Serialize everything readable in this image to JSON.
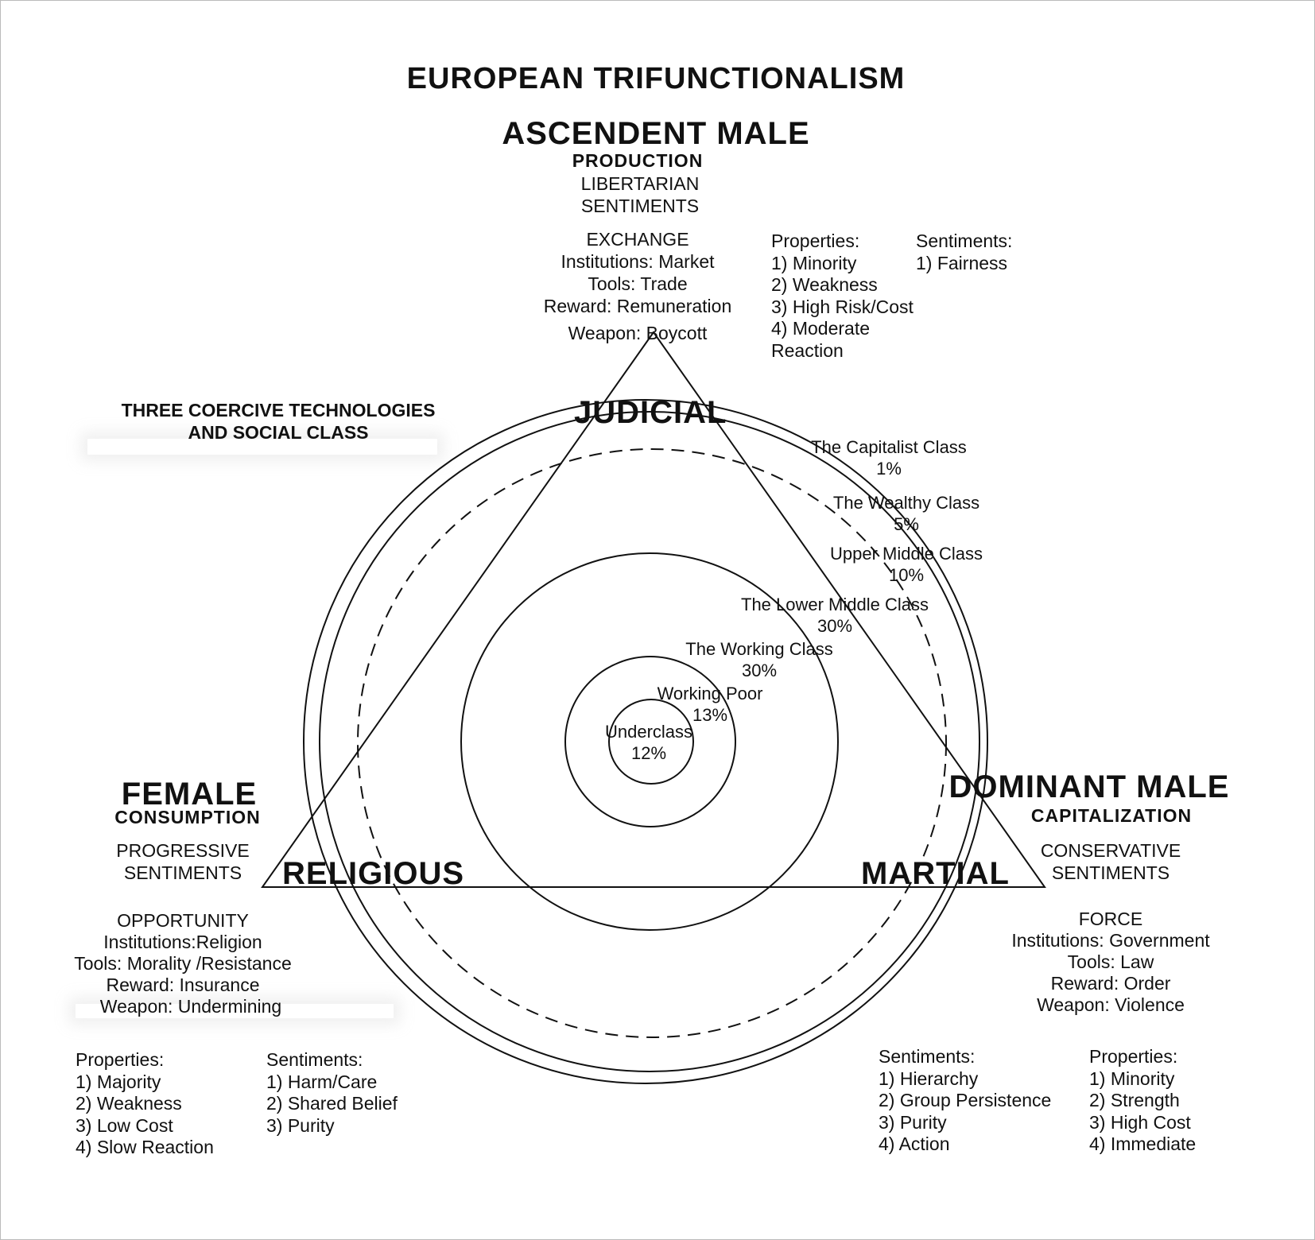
{
  "title": "EUROPEAN TRIFUNCTIONALISM",
  "coercive_heading": [
    "THREE COERCIVE TECHNOLOGIES",
    "AND SOCIAL CLASS"
  ],
  "ascendent": {
    "name": "ASCENDENT MALE",
    "function": "PRODUCTION",
    "sentiment": [
      "LIBERTARIAN",
      "SENTIMENTS"
    ],
    "technology": "JUDICIAL",
    "details": [
      "EXCHANGE",
      "Institutions: Market",
      "Tools: Trade",
      "Reward: Remuneration",
      "Weapon: Boycott"
    ],
    "properties": [
      "Properties:",
      "1) Minority",
      "2) Weakness",
      "3) High Risk/Cost",
      "4) Moderate",
      "Reaction"
    ],
    "sentiments": [
      "Sentiments:",
      "1) Fairness"
    ]
  },
  "female": {
    "name": "FEMALE",
    "function": "CONSUMPTION",
    "sentiment": [
      "PROGRESSIVE",
      "SENTIMENTS"
    ],
    "technology": "RELIGIOUS",
    "details": [
      "OPPORTUNITY",
      "Institutions:Religion",
      "Tools: Morality /Resistance",
      "Reward: Insurance",
      "Weapon: Undermining"
    ],
    "properties": [
      "Properties:",
      "1) Majority",
      "2) Weakness",
      "3) Low Cost",
      "4) Slow Reaction"
    ],
    "sentiments": [
      "Sentiments:",
      "1) Harm/Care",
      "2) Shared Belief",
      "3) Purity"
    ]
  },
  "dominant": {
    "name": "DOMINANT MALE",
    "function": "CAPITALIZATION",
    "sentiment": [
      "CONSERVATIVE",
      "SENTIMENTS"
    ],
    "technology": "MARTIAL",
    "details": [
      "FORCE",
      "Institutions: Government",
      "Tools: Law",
      "Reward: Order",
      "Weapon: Violence"
    ],
    "sentiments": [
      "Sentiments:",
      "1) Hierarchy",
      "2) Group Persistence",
      "3) Purity",
      "4) Action"
    ],
    "properties": [
      "Properties:",
      "1) Minority",
      "2) Strength",
      "3) High Cost",
      "4) Immediate"
    ]
  },
  "classes": [
    {
      "name": "The Capitalist Class",
      "share": "1%"
    },
    {
      "name": "The Wealthy Class",
      "share": "5%"
    },
    {
      "name": "Upper Middle Class",
      "share": "10%"
    },
    {
      "name": "The Lower Middle Class",
      "share": "30%"
    },
    {
      "name": "The Working Class",
      "share": "30%"
    },
    {
      "name": "Working Poor",
      "share": "13%"
    },
    {
      "name": "Underclass",
      "share": "12%"
    }
  ],
  "colors": {
    "ink": "#111111",
    "background": "#ffffff"
  }
}
